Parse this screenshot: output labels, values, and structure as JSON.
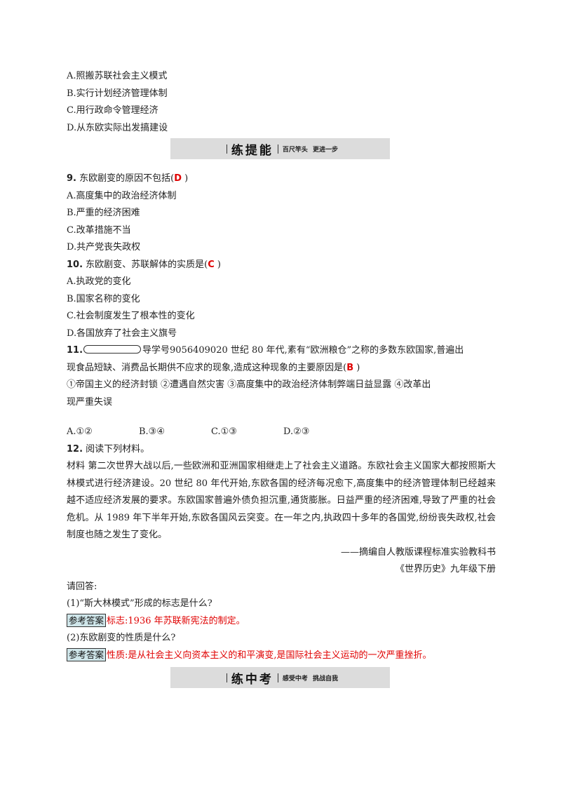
{
  "q8_options": [
    "A.照搬苏联社会主义模式",
    "B.实行计划经济管理体制",
    "C.用行政命令管理经济",
    "D.从东欧实际出发搞建设"
  ],
  "banner1": {
    "title": "练提能",
    "subtitle": "百尺竿头  更进一步"
  },
  "q9": {
    "num": "9.",
    "stem": " 东欧剧变的原因不包括(",
    "answer": "D",
    "close": "   )",
    "options": [
      "A.高度集中的政治经济体制",
      "B.严重的经济困难",
      "C.改革措施不当",
      "D.共产党丧失政权"
    ]
  },
  "q10": {
    "num": "10.",
    "stem": " 东欧剧变、苏联解体的实质是(",
    "answer": "C",
    "close": "   )",
    "options": [
      "A.执政党的变化",
      "B.国家名称的变化",
      "C.社会制度发生了根本性的变化",
      "D.各国放弃了社会主义旗号"
    ]
  },
  "q11": {
    "num": "11.",
    "text1": "导学号9056409020 世纪 80 年代,素有“欧洲粮仓”之称的多数东欧国家,普遍出",
    "text2": "现食品短缺、消费品长期供不应求的现象,造成这种现象的主要原因是(",
    "answer": "B",
    "close": "   )",
    "items1": "①帝国主义的经济封锁    ②遭遇自然灾害    ③高度集中的政治经济体制弊端日益显露    ④改革出",
    "items2": "现严重失误",
    "options": [
      "A.①②",
      "B.③④",
      "C.①③",
      "D.②③"
    ]
  },
  "q12": {
    "num": "12.",
    "stem": " 阅读下列材料。",
    "material": "材料    第二次世界大战以后,一些欧洲和亚洲国家相继走上了社会主义道路。东欧社会主义国家大都按照斯大林模式进行经济建设。20 世纪 80 年代开始,东欧各国的经济每况愈下,高度集中的经济管理体制已经越来越不适应经济发展的要求。东欧国家普遍外债负担沉重,通货膨胀。日益严重的经济困难,导致了严重的社会危机。从 1989 年下半年开始,东欧各国风云突变。在一年之内,执政四十多年的各国党,纷纷丧失政权,社会制度也随之发生了变化。",
    "source1": "——摘编自人教版课程标准实验教科书",
    "source2": "《世界历史》九年级下册",
    "prompt": "请回答:",
    "sub1": "(1)“斯大林模式”形成的标志是什么?",
    "ref_label": "参考答案",
    "ans1": "标志:1936 年苏联新宪法的制定。",
    "sub2": "(2)东欧剧变的性质是什么?",
    "ans2": "性质:是从社会主义向资本主义的和平演变,是国际社会主义运动的一次严重挫折。"
  },
  "banner2": {
    "title": "练中考",
    "subtitle": "感受中考  挑战自我"
  }
}
